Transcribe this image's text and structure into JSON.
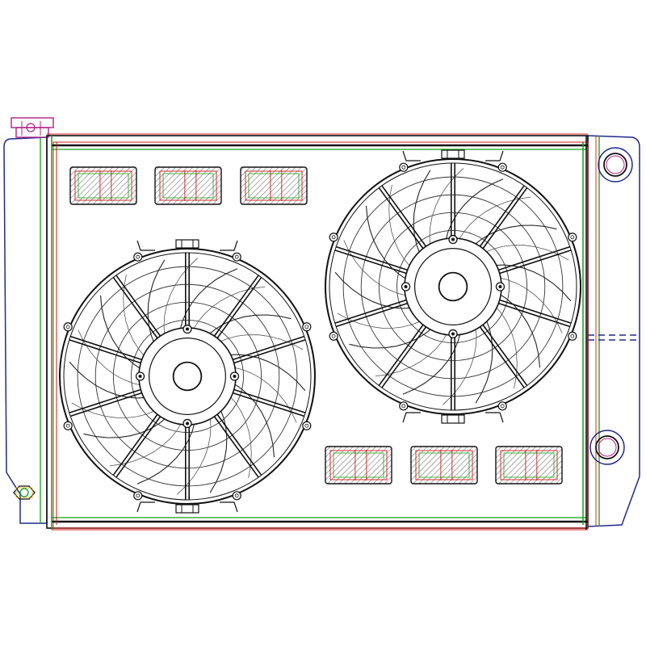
{
  "drawing": {
    "subject": "radiator-with-dual-electric-fans",
    "colors": {
      "background": "#ffffff",
      "line": "#111111",
      "tank_outline": "#1f2a8a",
      "core_red": "#d01818",
      "core_green": "#12a012",
      "cap_magenta": "#b0208a",
      "hatch": "#8a8a8a"
    },
    "components": {
      "fans": [
        {
          "name": "left-fan",
          "blades": 10
        },
        {
          "name": "right-fan",
          "blades": 10
        }
      ],
      "mount_pads_top": 3,
      "mount_pads_bottom": 3,
      "outlet_ports": 2,
      "filler_neck": 1,
      "drain_petcock": 1
    }
  }
}
